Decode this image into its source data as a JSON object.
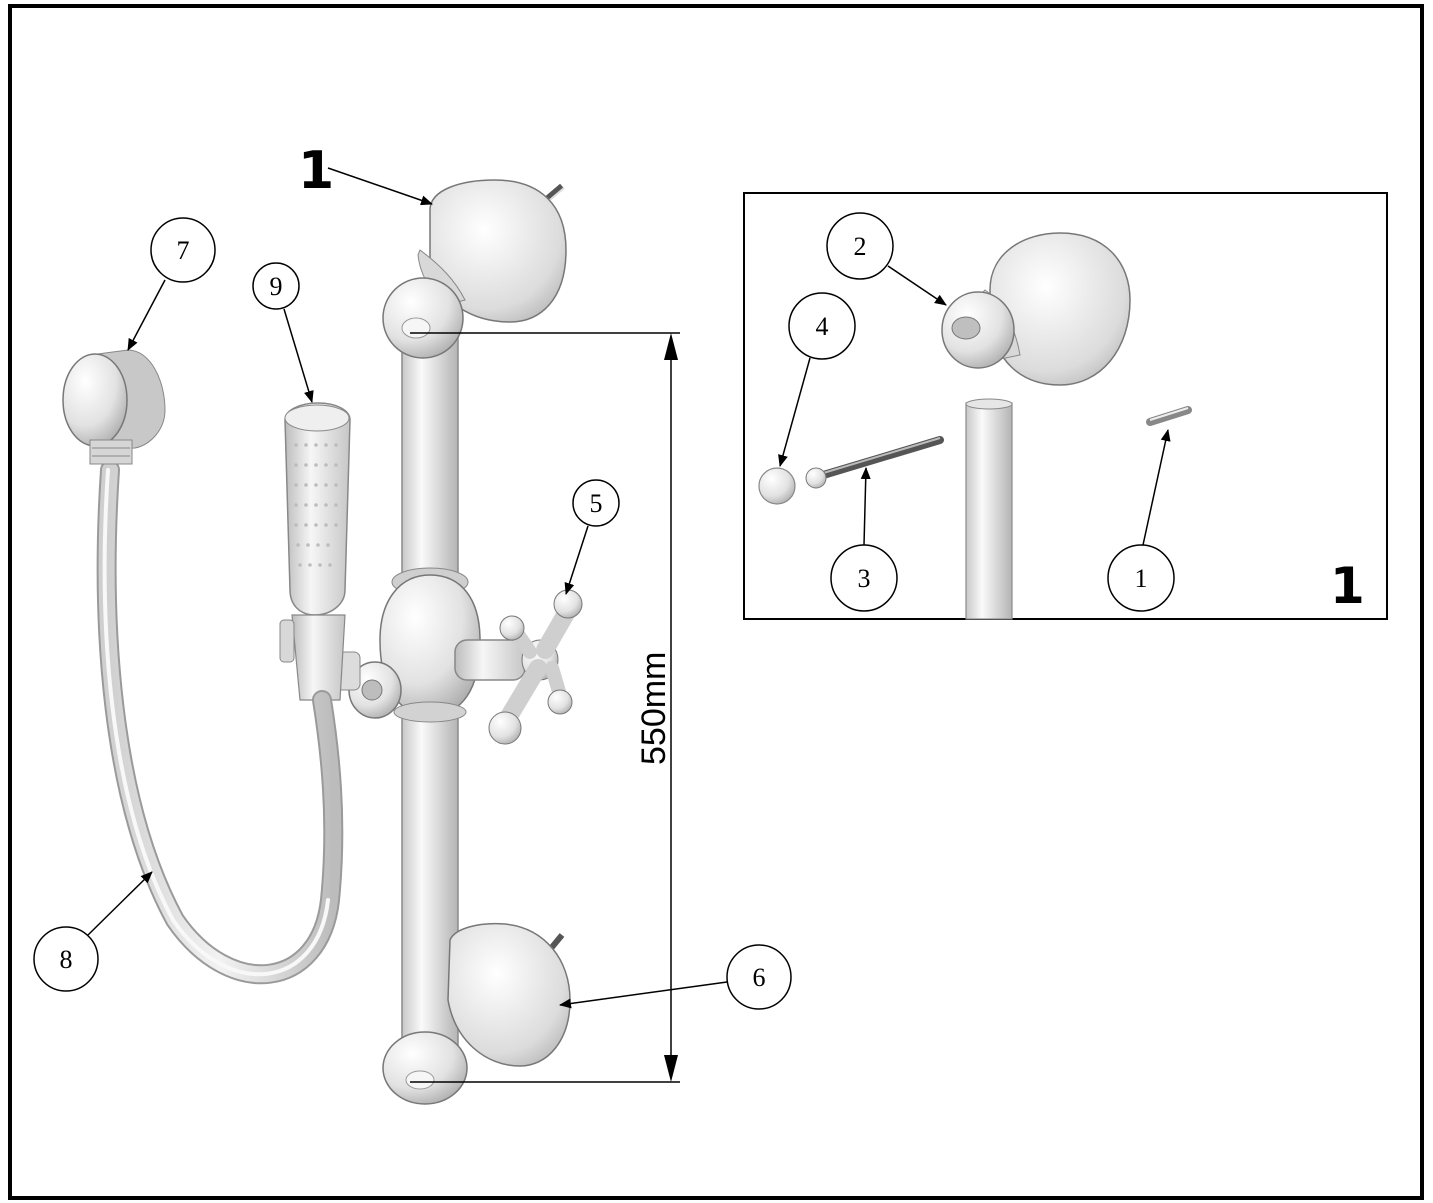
{
  "callouts": {
    "c1_main": "1",
    "c7": "7",
    "c9": "9",
    "c5": "5",
    "c8": "8",
    "c6": "6",
    "d2": "2",
    "d4": "4",
    "d3": "3",
    "d1": "1",
    "detail_label": "1"
  },
  "dimension": {
    "rail_length": "550mm"
  },
  "colors": {
    "line": "#000000",
    "metal_light": "#f4f4f4",
    "metal_mid": "#d6d6d6",
    "metal_dark": "#9a9a9a"
  }
}
